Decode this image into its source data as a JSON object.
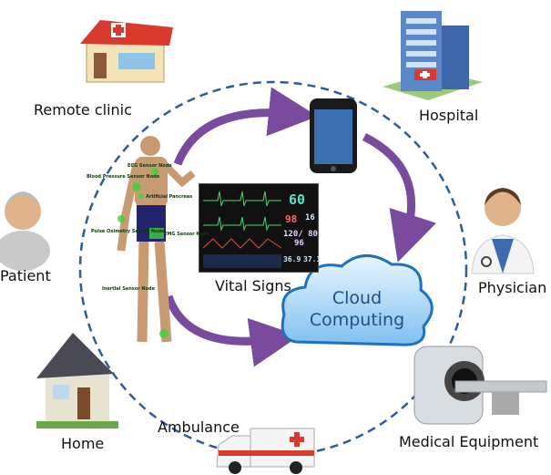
{
  "nodes": {
    "remote_clinic": "Remote clinic",
    "hospital": "Hospital",
    "patient": "Patient",
    "physician": "Physician",
    "home": "Home",
    "ambulance": "Ambulance",
    "medical_equipment": "Medical Equipment",
    "vital_signs": "Vital Signs"
  },
  "cloud": {
    "line1": "Cloud",
    "line2": "Computing"
  },
  "sensors": {
    "ecg": "ECG Sensor Node",
    "blood_pressure": "Blood Pressure Sensor Node",
    "pancreas": "Artificial Pancreas",
    "pulse_ox": "Pulse Oximetry Sensor Node",
    "emg": "EMG Sensor Node",
    "inertial": "Inertial Sensor Node"
  },
  "monitor": {
    "hr": "60",
    "spo2": "98",
    "rr": "16",
    "bp": "120/ 80",
    "map": "96",
    "t1": "36.9",
    "t2": "37.1"
  },
  "colors": {
    "arrow": "#7a4a9e",
    "dash": "#2f5b9c",
    "cloud": "#3b8fd9"
  }
}
